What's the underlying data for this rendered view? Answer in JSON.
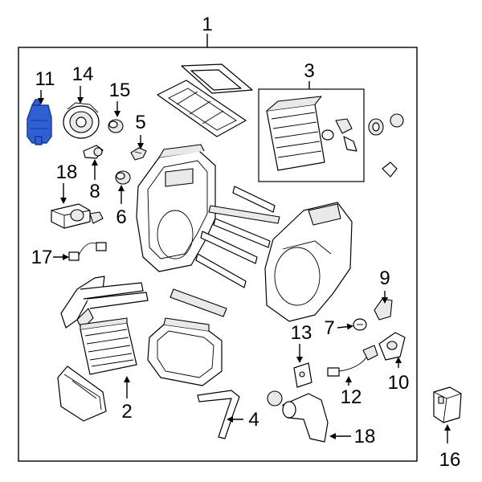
{
  "diagram": {
    "highlight_color": "#2f5fd0",
    "callouts": [
      {
        "id": "c1",
        "label": "1"
      },
      {
        "id": "c2",
        "label": "2"
      },
      {
        "id": "c3",
        "label": "3"
      },
      {
        "id": "c4",
        "label": "4"
      },
      {
        "id": "c5",
        "label": "5"
      },
      {
        "id": "c6",
        "label": "6"
      },
      {
        "id": "c7",
        "label": "7"
      },
      {
        "id": "c8",
        "label": "8"
      },
      {
        "id": "c9",
        "label": "9"
      },
      {
        "id": "c10",
        "label": "10"
      },
      {
        "id": "c11",
        "label": "11"
      },
      {
        "id": "c12",
        "label": "12"
      },
      {
        "id": "c13",
        "label": "13"
      },
      {
        "id": "c14",
        "label": "14"
      },
      {
        "id": "c15",
        "label": "15"
      },
      {
        "id": "c16",
        "label": "16"
      },
      {
        "id": "c17",
        "label": "17"
      },
      {
        "id": "c18a",
        "label": "18"
      },
      {
        "id": "c18b",
        "label": "18"
      }
    ]
  }
}
